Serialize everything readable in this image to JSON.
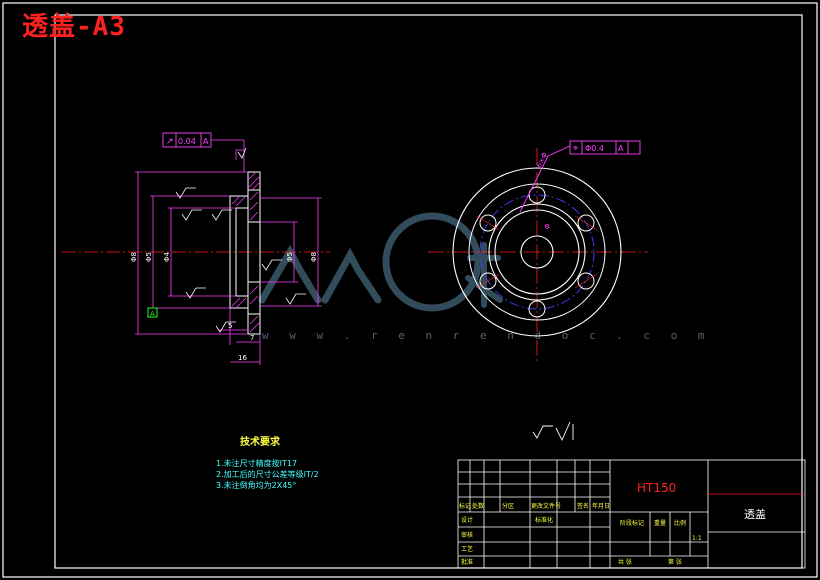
{
  "drawing": {
    "title": "透盖-A3",
    "watermark_url": "w w w . r e n r e n d o c . c o m",
    "material": "HT150",
    "part_name": "透盖",
    "tech_requirements": {
      "title": "技术要求",
      "items": [
        "1.未注尺寸精度按IT17",
        "2.加工后的尺寸公差等级IT/2",
        "3.未注倒角均为2X45°"
      ]
    },
    "front_view": {
      "tolerance_frame": {
        "symbol": "↗",
        "value": "0.04",
        "datum": "A"
      },
      "datum_label": "A",
      "dims": {
        "phi_outer": "Φ8",
        "phi_mid": "Φ5",
        "phi_inner": "Φ4",
        "phi_right_a": "Φ5",
        "phi_right_b": "Φ8",
        "dim_5": "5",
        "dim_7": "7",
        "dim_16": "16"
      }
    },
    "side_view": {
      "tolerance_frame": {
        "symbol": "⌖",
        "value": "Φ0.4",
        "datum": "A"
      },
      "label_phi": "Φ",
      "label_6x": "6×Φ"
    },
    "roughness_note": "√",
    "title_block": {
      "header_row": [
        "标记",
        "处数",
        "分区",
        "更改文件号",
        "签名",
        "年月日"
      ],
      "rows": [
        "设计",
        "审核",
        "工艺",
        "批准"
      ],
      "standard_label": "标准化",
      "stage_label": "阶段标记",
      "weight_label": "重量",
      "scale_label": "比例",
      "scale_value": "1:1",
      "sheet_label": "共 张",
      "sheet_of": "第 张"
    }
  }
}
